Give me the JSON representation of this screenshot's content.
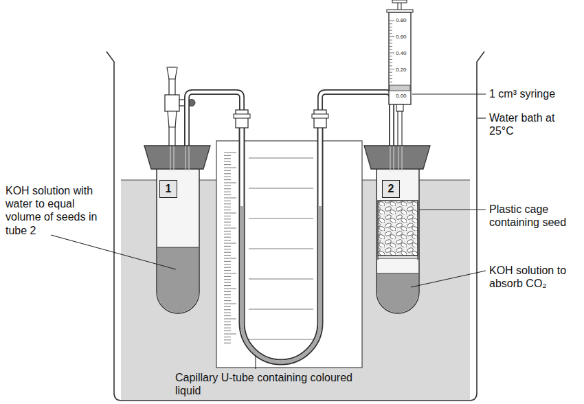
{
  "diagram": {
    "nodes": [
      {
        "text": [
          "1"
        ]
      },
      {
        "text": [
          "2"
        ]
      }
    ],
    "labels": [
      "KOH solution with water to equal volume of seeds in tube 2",
      "1 cm³ syringe",
      "Water bath at 25°C",
      "Plastic cage containing seed",
      "KOH solution to absorb CO₂",
      "Capillary U-tube containing coloured liquid",
      "0.80",
      "0.60",
      "0.40",
      "0.20",
      "0.00"
    ]
  }
}
